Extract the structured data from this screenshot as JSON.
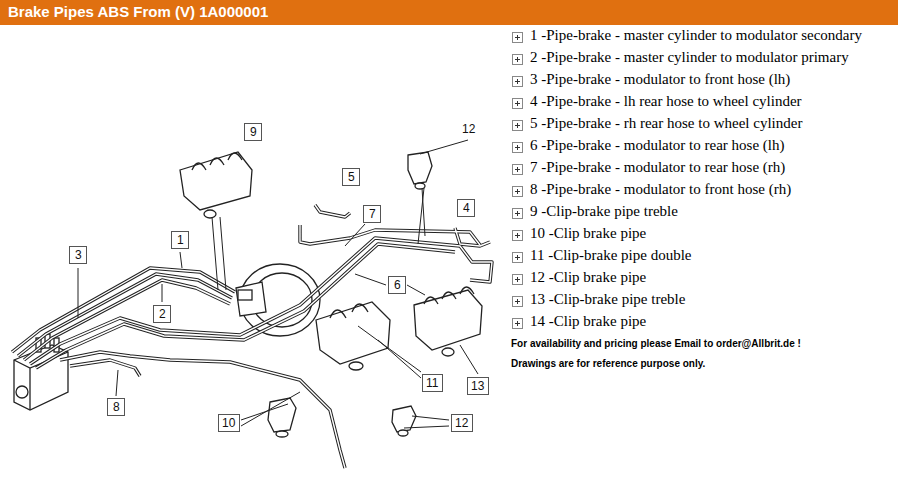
{
  "diagram": {
    "title": "Brake Pipes ABS From (V) 1A000001",
    "nodes": [
      {
        "text": [
          "9"
        ]
      },
      {
        "text": [
          "5"
        ]
      },
      {
        "text": [
          "7"
        ]
      },
      {
        "text": [
          "4"
        ]
      },
      {
        "text": [
          "1"
        ]
      },
      {
        "text": [
          "3"
        ]
      },
      {
        "text": [
          "6"
        ]
      },
      {
        "text": [
          "2"
        ]
      },
      {
        "text": [
          "11"
        ]
      },
      {
        "text": [
          "13"
        ]
      },
      {
        "text": [
          "8"
        ]
      },
      {
        "text": [
          "10"
        ]
      },
      {
        "text": [
          "12"
        ]
      }
    ],
    "labels": [
      "12",
      "1 -Pipe-brake - master cylinder to modulator secondary",
      "2 -Pipe-brake - master cylinder to modulator primary",
      "3 -Pipe-brake - modulator to front hose (lh)",
      "4 -Pipe-brake - lh rear hose to wheel cylinder",
      "5 -Pipe-brake - rh rear hose to wheel cylinder",
      "6 -Pipe-brake - modulator to rear hose (lh)",
      "7 -Pipe-brake - modulator to rear hose (rh)",
      "8 -Pipe-brake - modulator to front hose (rh)",
      "9 -Clip-brake pipe treble",
      "10 -Clip brake pipe",
      "11 -Clip-brake pipe double",
      "12 -Clip brake pipe",
      "13 -Clip-brake pipe treble",
      "14 -Clip brake pipe",
      "For availability and pricing please Email to order@Allbrit.de !",
      "Drawings are for reference purpose only."
    ]
  }
}
